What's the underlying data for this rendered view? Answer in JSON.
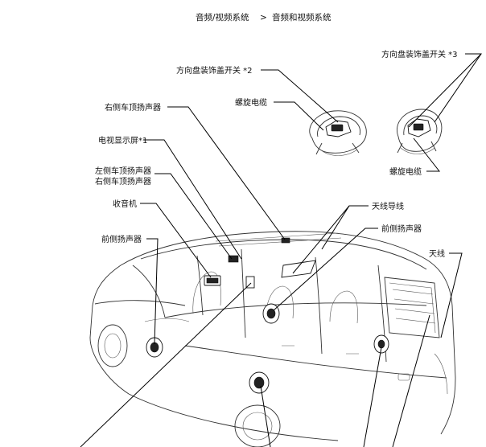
{
  "breadcrumb": {
    "section": "音频/视频系统",
    "separator": ">",
    "page": "音频和视频系统"
  },
  "labels": {
    "steering_pad_switch_3": "方向盘装饰盖开关 *3",
    "steering_pad_switch_2": "方向盘装饰盖开关 *2",
    "spiral_cable_left": "螺旋电缆",
    "spiral_cable_right": "螺旋电缆",
    "roof_speaker_rh": "右侧车顶扬声器",
    "tv_display_1": "电视显示屏*1",
    "roof_speaker_lh": "左侧车顶扬声器",
    "roof_speaker_rh_2": "右侧车顶扬声器",
    "radio_receiver": "收音机",
    "front_speaker_left": "前侧扬声器",
    "antenna_cord": "天线导线",
    "front_speaker_right": "前侧扬声器",
    "antenna": "天线"
  }
}
